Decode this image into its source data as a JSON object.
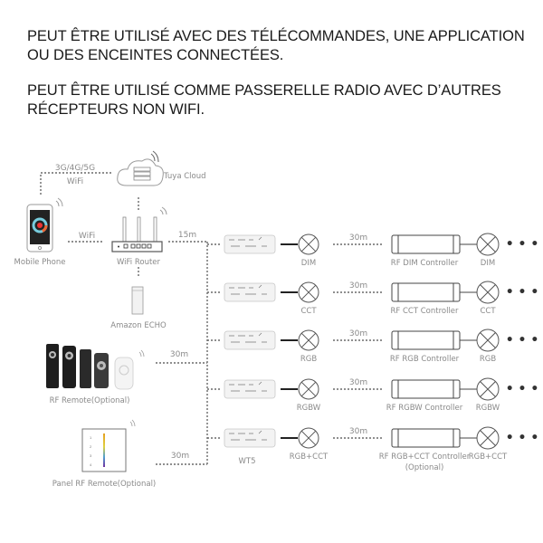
{
  "headings": {
    "line1": "PEUT ÊTRE UTILISÉ AVEC DES TÉLÉCOMMANDES, UNE APPLICATION",
    "line2": "OU DES ENCEINTES CONNECTÉES.",
    "line3": "PEUT ÊTRE UTILISÉ COMME PASSERELLE RADIO AVEC D’AUTRES",
    "line4": "RÉCEPTEURS NON WIFI."
  },
  "diagram": {
    "sources": {
      "cloud": {
        "label": "Tuya Cloud",
        "icon": "cloud-server-icon"
      },
      "phone": {
        "label": "Mobile Phone",
        "icon": "smartphone-icon"
      },
      "router": {
        "label": "WiFi Router",
        "icon": "router-icon"
      },
      "echo": {
        "label": "Amazon ECHO",
        "icon": "smart-speaker-icon"
      },
      "rf_remote": {
        "label": "RF Remote(Optional)",
        "icon": "rf-remote-icon"
      },
      "panel_remote": {
        "label": "Panel RF Remote(Optional)",
        "icon": "panel-remote-icon",
        "zones": [
          "1",
          "2",
          "3",
          "4"
        ]
      }
    },
    "links": {
      "phone_cloud_top": "3G/4G/5G",
      "phone_cloud_bottom": "WiFi",
      "phone_router": "WiFi",
      "router_bus": "15m",
      "rf_remote_bus": "30m",
      "panel_bus": "30m"
    },
    "gateway_label": "WT5",
    "rows": [
      {
        "lamp": "DIM",
        "distance": "30m",
        "controller": "RF DIM Controller",
        "controller_note": "",
        "lamp2": "DIM",
        "more": "• • •"
      },
      {
        "lamp": "CCT",
        "distance": "30m",
        "controller": "RF CCT Controller",
        "controller_note": "",
        "lamp2": "CCT",
        "more": "• • •"
      },
      {
        "lamp": "RGB",
        "distance": "30m",
        "controller": "RF RGB Controller",
        "controller_note": "",
        "lamp2": "RGB",
        "more": "• • •"
      },
      {
        "lamp": "RGBW",
        "distance": "30m",
        "controller": "RF RGBW Controller",
        "controller_note": "",
        "lamp2": "RGBW",
        "more": "• • •"
      },
      {
        "lamp": "RGB+CCT",
        "distance": "30m",
        "controller": "RF RGB+CCT Controller",
        "controller_note": "(Optional)",
        "lamp2": "RGB+CCT",
        "more": "• • •"
      }
    ]
  }
}
